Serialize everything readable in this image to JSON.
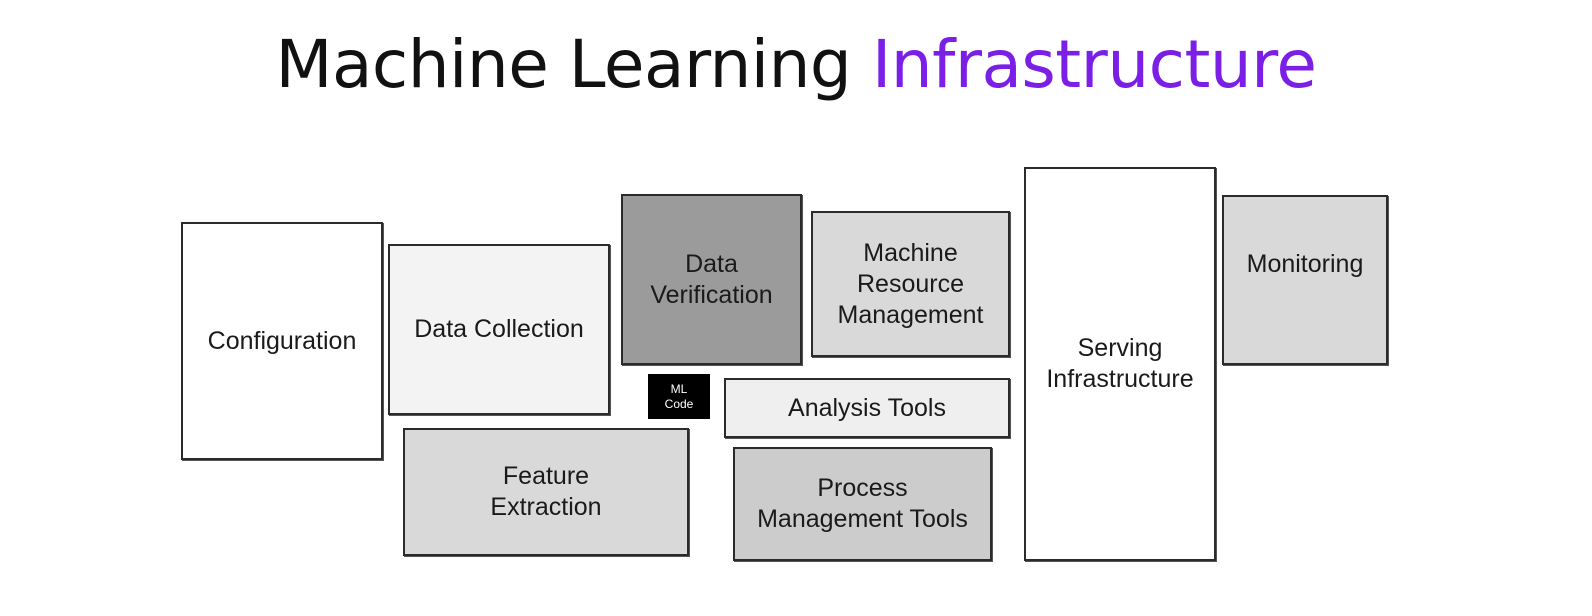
{
  "title": {
    "part1": "Machine Learning ",
    "part2": "Infrastructure",
    "accent_color": "#7b1fe6"
  },
  "diagram": {
    "boxes": {
      "configuration": {
        "label": "Configuration",
        "fill": "#ffffff"
      },
      "data_collection": {
        "label": "Data Collection",
        "fill": "#f3f3f3"
      },
      "data_verification": {
        "label": "Data\nVerification",
        "fill": "#9b9b9b"
      },
      "machine_resource_management": {
        "label": "Machine\nResource\nManagement",
        "fill": "#d9d9d9"
      },
      "serving_infrastructure": {
        "label": "Serving\nInfrastructure",
        "fill": "#ffffff"
      },
      "monitoring": {
        "label": "Monitoring",
        "fill": "#d9d9d9"
      },
      "ml_code": {
        "label": "ML\nCode",
        "fill": "#000000"
      },
      "analysis_tools": {
        "label": "Analysis Tools",
        "fill": "#efefef"
      },
      "feature_extraction": {
        "label": "Feature\nExtraction",
        "fill": "#d9d9d9"
      },
      "process_management_tools": {
        "label": "Process\nManagement Tools",
        "fill": "#cccccc"
      }
    }
  }
}
